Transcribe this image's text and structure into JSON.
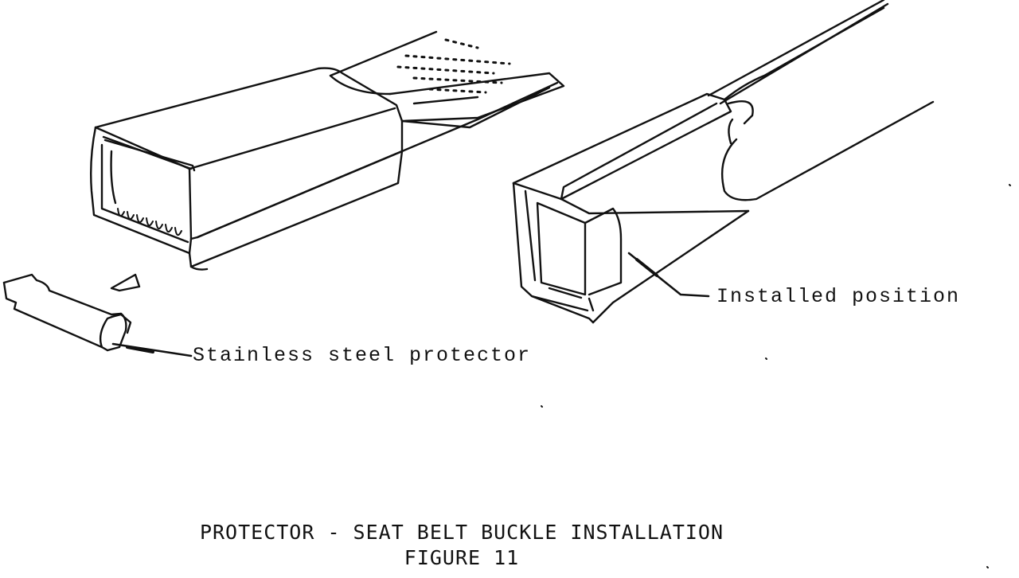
{
  "labels": {
    "protector": "Stainless steel protector",
    "installed": "Installed position"
  },
  "caption": {
    "title": "PROTECTOR - SEAT BELT BUCKLE INSTALLATION",
    "figure": "FIGURE 11"
  },
  "parts": {
    "left_buckle": "buckle-without-protector",
    "protector_piece": "stainless-steel-protector",
    "right_buckle": "buckle-with-protector-installed"
  }
}
